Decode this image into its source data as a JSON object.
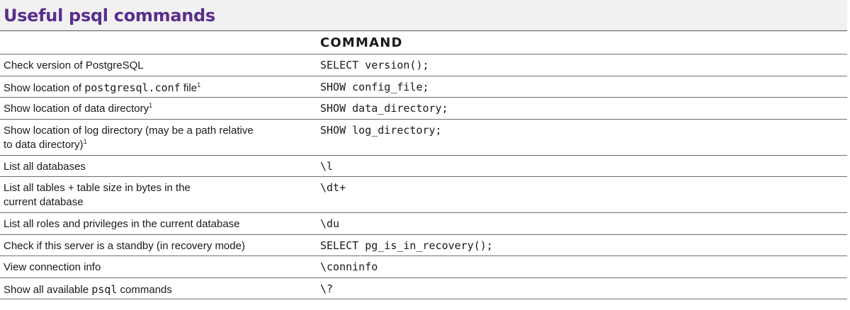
{
  "title": "Useful psql commands",
  "header": {
    "command": "COMMAND"
  },
  "rows": [
    {
      "desc": "Check version of PostgreSQL",
      "cmd": "SELECT version();"
    },
    {
      "desc_pre": "Show location of ",
      "desc_code": "postgresql.conf",
      "desc_post": " file",
      "footnote": "1",
      "cmd": "SHOW config_file;"
    },
    {
      "desc": "Show location of data directory",
      "footnote": "1",
      "cmd": "SHOW data_directory;"
    },
    {
      "desc": "Show location of log directory (may be a path relative to data directory)",
      "footnote": "1",
      "cmd": "SHOW log_directory;"
    },
    {
      "desc": "List all databases",
      "cmd": "\\l"
    },
    {
      "desc": "List all tables + table size in bytes in the current database",
      "cmd": "\\dt+"
    },
    {
      "desc": "List all roles and privileges in the current database",
      "cmd": "\\du"
    },
    {
      "desc": "Check if this server is a standby (in recovery mode)",
      "cmd": "SELECT pg_is_in_recovery();"
    },
    {
      "desc": "View connection info",
      "cmd": "\\conninfo"
    },
    {
      "desc_pre": "Show all available ",
      "desc_code": "psql",
      "desc_post": " commands",
      "cmd": "\\?"
    }
  ]
}
